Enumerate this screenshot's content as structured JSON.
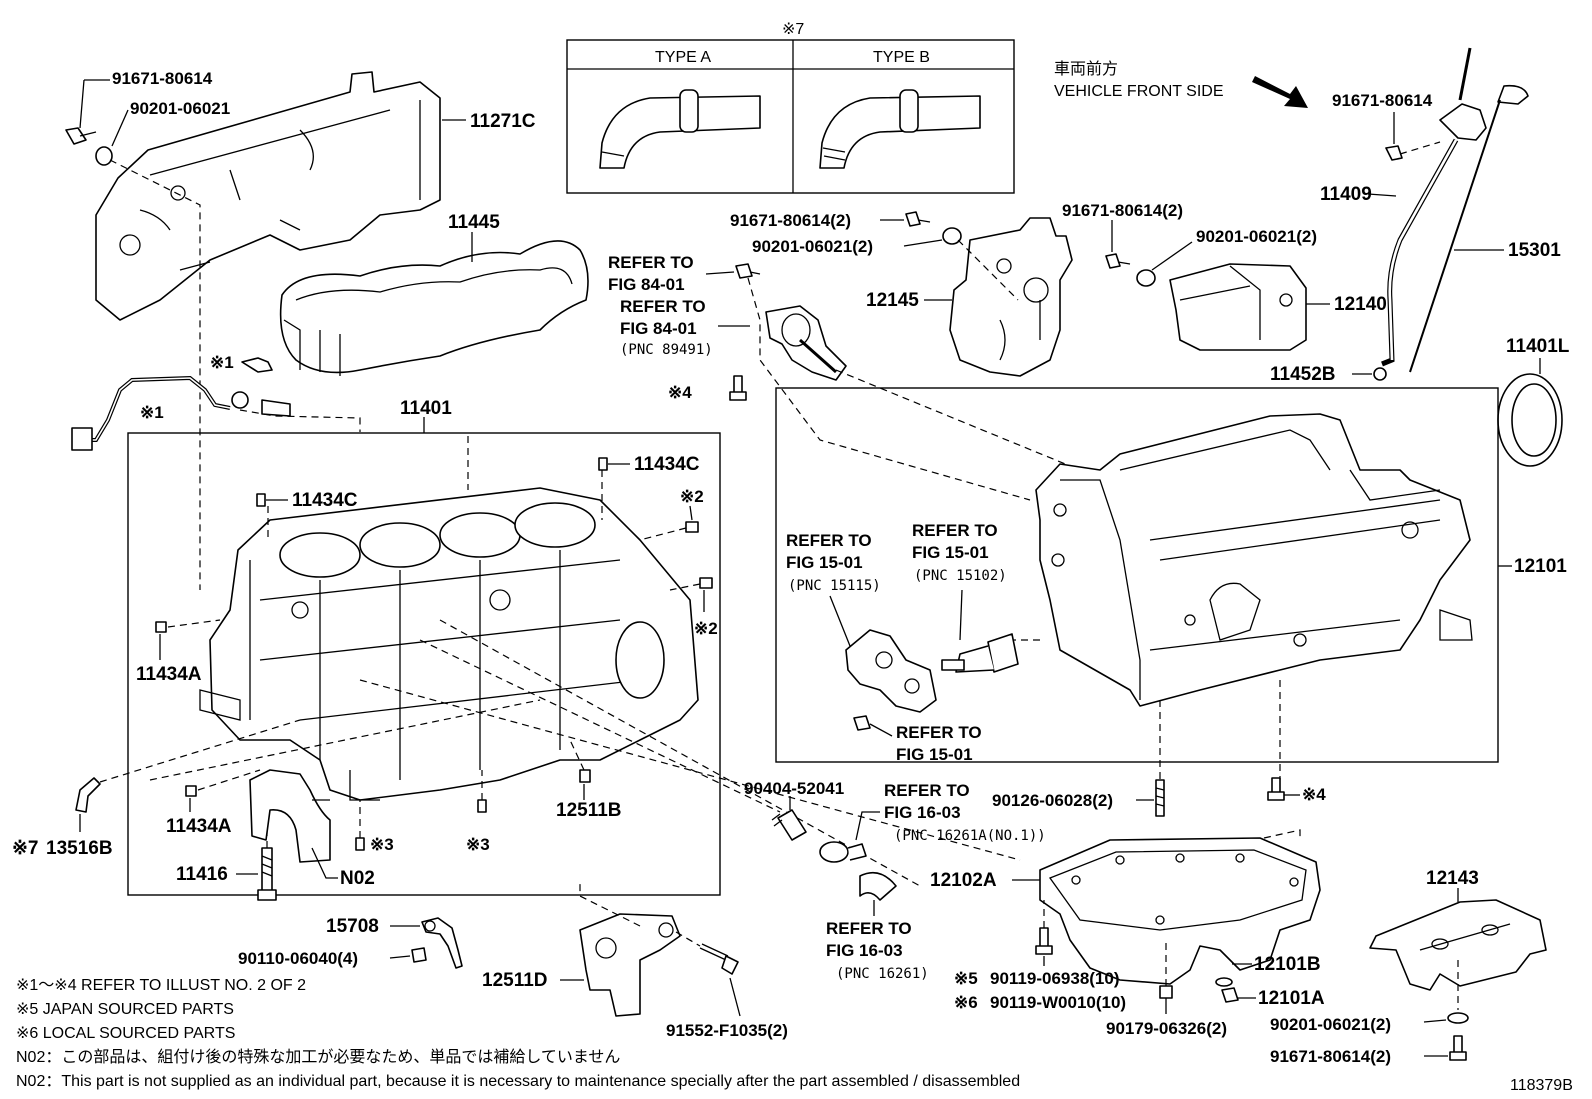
{
  "title_mark": "※7",
  "types": {
    "a": "TYPE A",
    "b": "TYPE B"
  },
  "front": {
    "jp": "車両前方",
    "en": "VEHICLE FRONT SIDE"
  },
  "labels": {
    "p91671_tl": "91671-80614",
    "p90201_tl": "90201-06021",
    "p11271C": "11271C",
    "p11445": "11445",
    "mark1a": "※1",
    "mark1b": "※1",
    "p11401": "11401",
    "p11434C_a": "11434C",
    "p11434C_b": "11434C",
    "mark2a": "※2",
    "mark2b": "※2",
    "p11434A_a": "11434A",
    "p11434A_b": "11434A",
    "p12511B": "12511B",
    "mark7": "※7",
    "p13516B": "13516B",
    "p11416": "11416",
    "mark3a": "※3",
    "mark3b": "※3",
    "pN02": "N02",
    "p15708": "15708",
    "p90110": "90110-06040(4)",
    "p12511D": "12511D",
    "p91552": "91552-F1035(2)",
    "p90404": "90404-52041",
    "p91671_m": "91671-80614(2)",
    "p90201_m": "90201-06021(2)",
    "p12145": "12145",
    "p91671_r": "91671-80614(2)",
    "p90201_r": "90201-06021(2)",
    "p12140": "12140",
    "p91671_tr": "91671-80614",
    "p11409": "11409",
    "p15301": "15301",
    "p11401L": "11401L",
    "p11452B": "11452B",
    "mark4a": "※4",
    "mark4b": "※4",
    "p12101": "12101",
    "p90126": "90126-06028(2)",
    "p12102A": "12102A",
    "mark5": "※5",
    "p90119_a": "90119-06938(10)",
    "mark6": "※6",
    "p90119_b": "90119-W0010(10)",
    "p90179": "90179-06326(2)",
    "p12101B": "12101B",
    "p12101A": "12101A",
    "p12143": "12143",
    "p90201_br": "90201-06021(2)",
    "p91671_br": "91671-80614(2)"
  },
  "refs": {
    "refer_to": "REFER TO",
    "fig8401": "FIG 84-01",
    "pnc89491": "(PNC 89491)",
    "fig1501": "FIG 15-01",
    "pnc15115": "(PNC 15115)",
    "pnc15102": "(PNC 15102)",
    "fig1603": "FIG 16-03",
    "pnc16261A": "(PNC 16261A(NO.1))",
    "pnc16261": "(PNC 16261)"
  },
  "notes": [
    "※1～※4  REFER TO ILLUST NO. 2 OF 2",
    "※5 JAPAN SOURCED PARTS",
    "※6 LOCAL SOURCED PARTS",
    "N02：この部品は、組付け後の特殊な加工が必要なため、単品では補給していません",
    "N02：This part is not supplied as an individual part, because it is necessary to maintenance specially after the part assembled / disassembled"
  ],
  "illustration_id": "118379B"
}
